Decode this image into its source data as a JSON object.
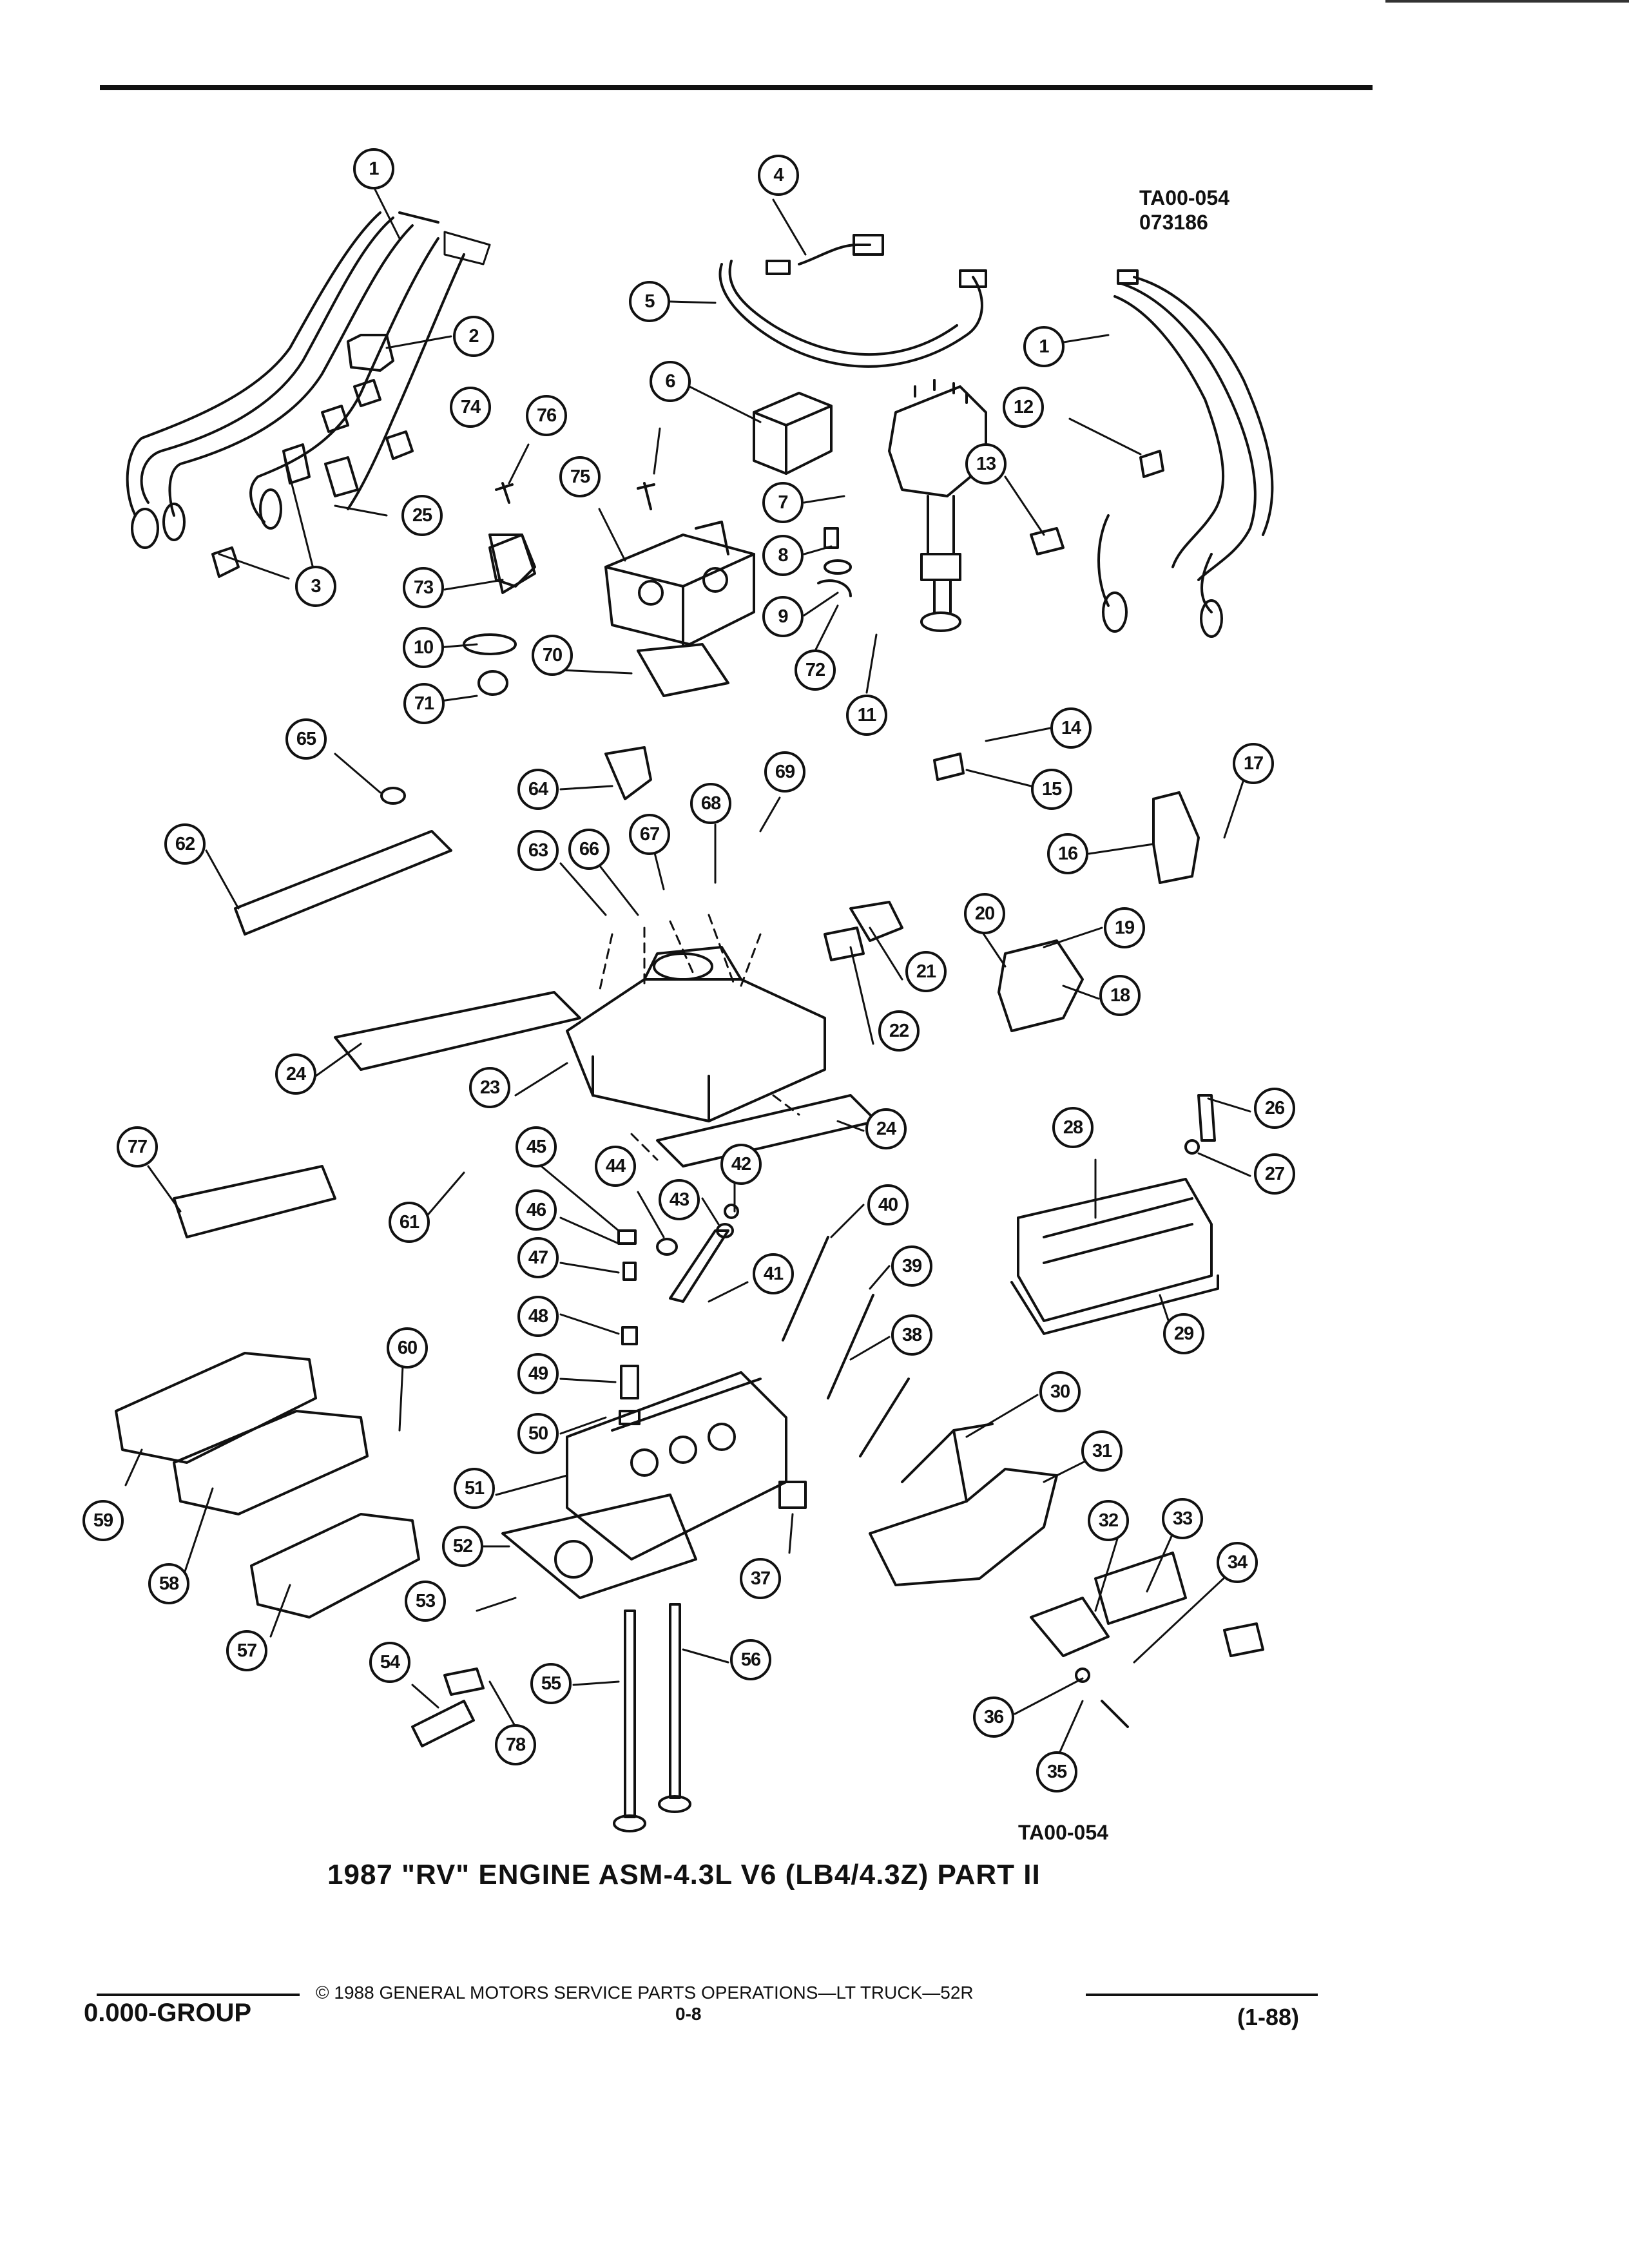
{
  "drawing_id": "TA00-054",
  "drawing_code": "073186",
  "bottom_id": "TA00-054",
  "title": "1987 \"RV\" ENGINE ASM-4.3L V6 (LB4/4.3Z) PART II",
  "footer": {
    "copyright": "© 1988 GENERAL MOTORS SERVICE PARTS OPERATIONS—LT TRUCK—52R",
    "page": "0-8",
    "group": "0.000-GROUP",
    "revision": "(1-88)"
  },
  "callouts": [
    "1",
    "4",
    "2",
    "5",
    "6",
    "1",
    "74",
    "76",
    "12",
    "13",
    "75",
    "7",
    "25",
    "3",
    "8",
    "73",
    "9",
    "10",
    "72",
    "11",
    "70",
    "71",
    "14",
    "65",
    "17",
    "15",
    "64",
    "69",
    "16",
    "68",
    "62",
    "67",
    "63",
    "66",
    "19",
    "20",
    "21",
    "18",
    "22",
    "24",
    "23",
    "24",
    "26",
    "77",
    "27",
    "28",
    "45",
    "44",
    "42",
    "61",
    "43",
    "40",
    "46",
    "39",
    "47",
    "41",
    "48",
    "38",
    "29",
    "60",
    "49",
    "30",
    "50",
    "31",
    "51",
    "33",
    "59",
    "32",
    "52",
    "34",
    "58",
    "37",
    "53",
    "57",
    "56",
    "36",
    "54",
    "55",
    "78",
    "35"
  ]
}
